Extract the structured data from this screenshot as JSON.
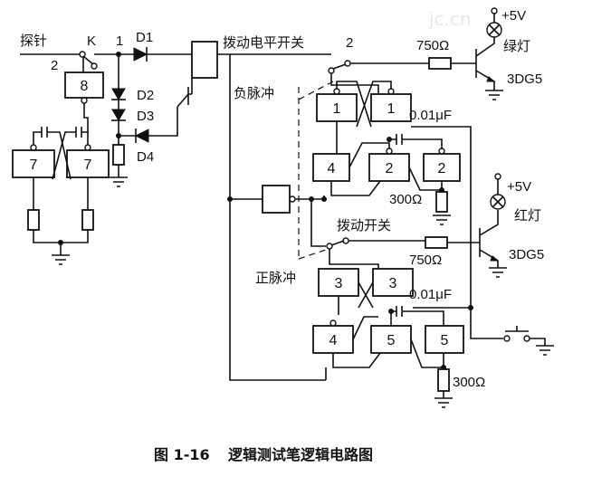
{
  "watermark": "jc.cn",
  "caption": {
    "number": "图 1-16",
    "title": "逻辑测试笔逻辑电路图"
  },
  "labels": {
    "probe": "探针",
    "k": "K",
    "node2_left": "2",
    "node1": "1",
    "d1": "D1",
    "d2": "D2",
    "d3": "D3",
    "d4": "D4",
    "level_switch": "拨动电平开关",
    "node2_switch": "2",
    "neg_pulse": "负脉冲",
    "pos_pulse": "正脉冲",
    "toggle_switch": "拨动开关",
    "r_green": "750Ω",
    "r_red": "750Ω",
    "plus5v_top": "+5V",
    "plus5v_red": "+5V",
    "green_lamp": "绿灯",
    "red_lamp": "红灯",
    "transistor_top": "3DG5",
    "transistor_red": "3DG5",
    "cap_top": "0.01μF",
    "cap_bottom": "0.01μF",
    "r300_top": "300Ω",
    "r300_bottom": "300Ω"
  },
  "gates": {
    "g8": "8",
    "g7a": "7",
    "g7b": "7",
    "g1a": "1",
    "g1b": "1",
    "g4a": "4",
    "g2a": "2",
    "g2b": "2",
    "g3a": "3",
    "g3b": "3",
    "g4b": "4",
    "g5a": "5",
    "g5b": "5"
  }
}
